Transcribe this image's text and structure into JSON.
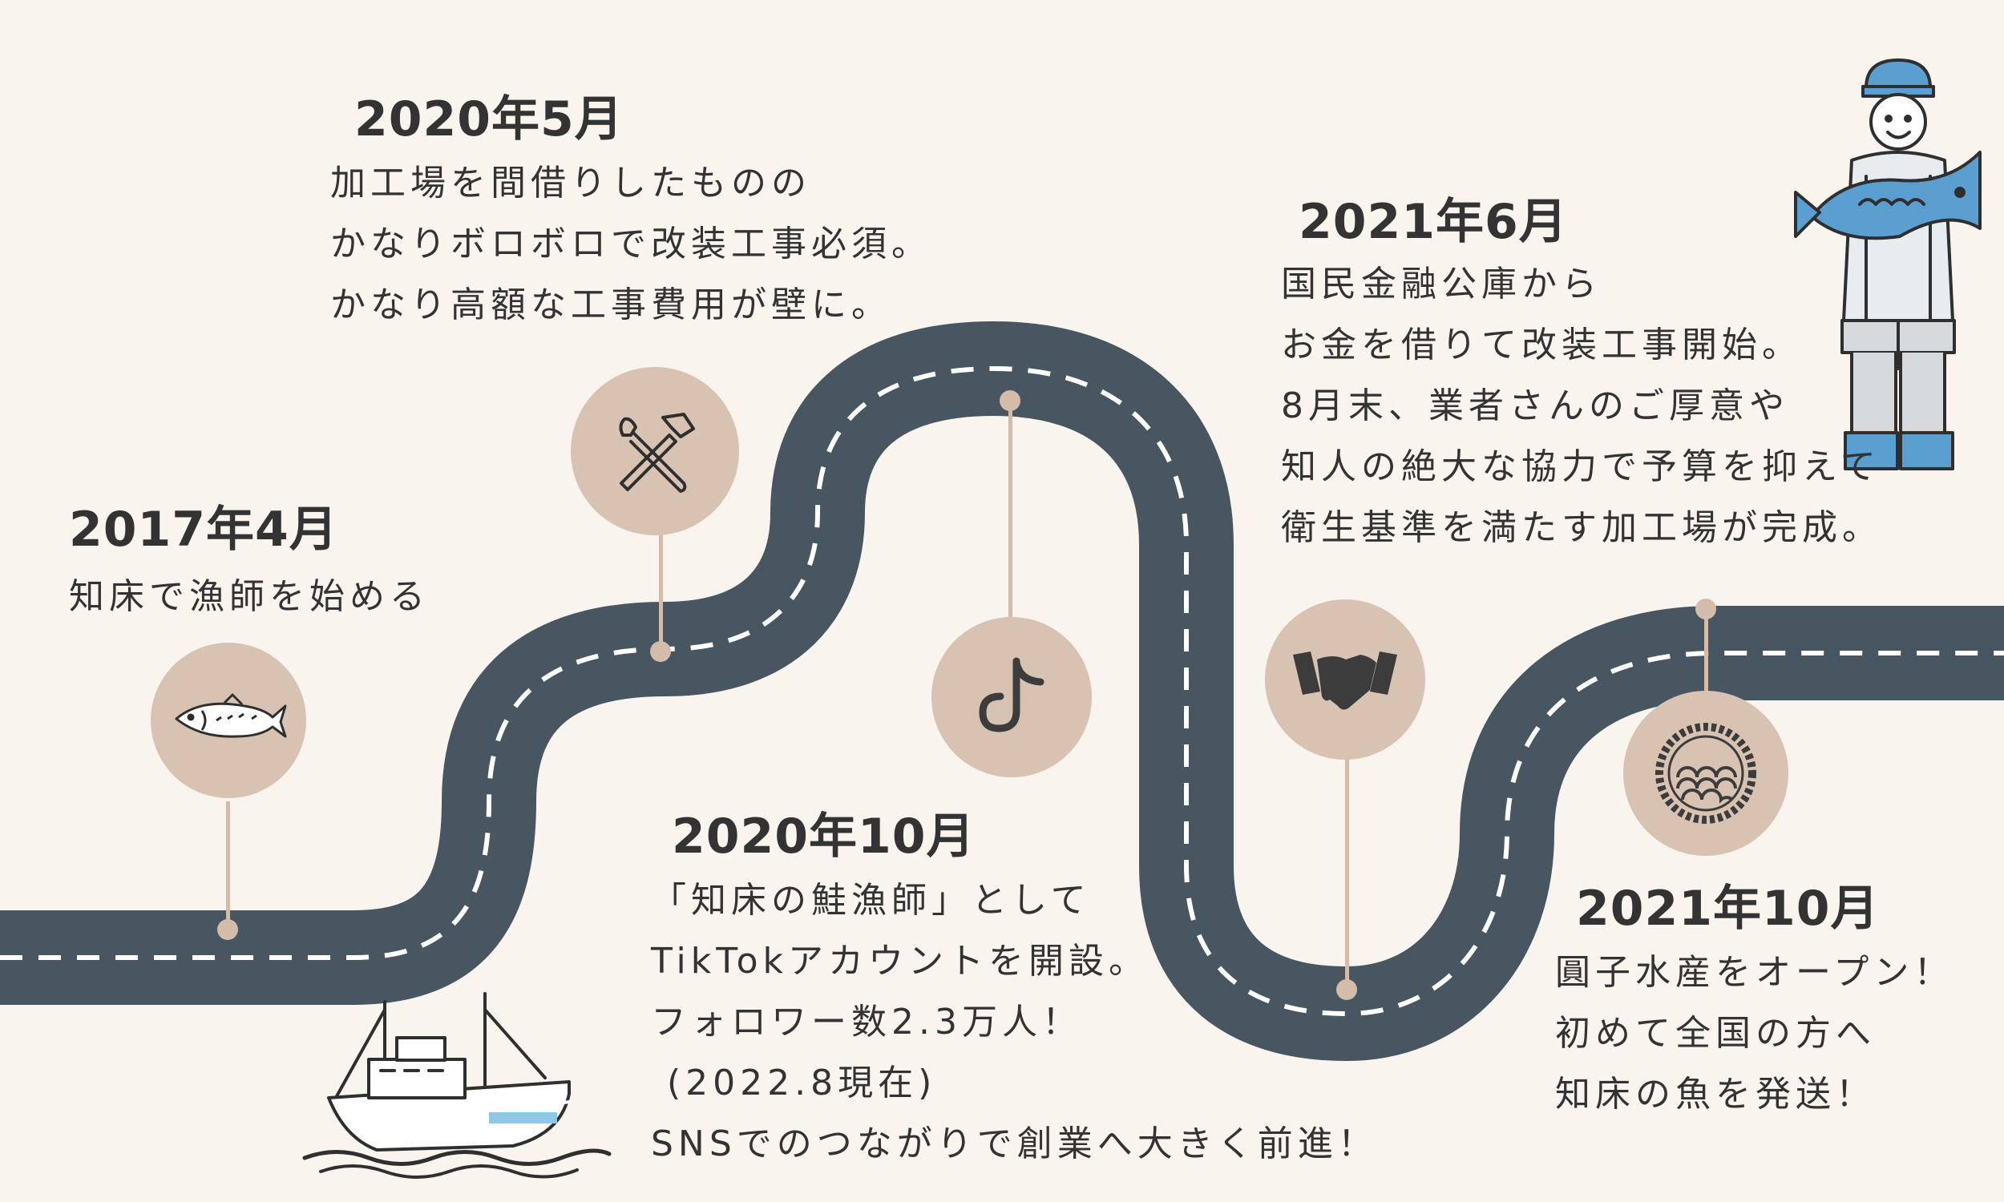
{
  "events": [
    {
      "id": "2017-04",
      "date": "2017年4月",
      "lines": [
        "知床で漁師を始める"
      ],
      "icon": "fish-icon"
    },
    {
      "id": "2020-05",
      "date": "2020年5月",
      "lines": [
        "加工場を間借りしたものの",
        "かなりボロボロで改装工事必須。",
        "かなり高額な工事費用が壁に。"
      ],
      "icon": "tools-icon"
    },
    {
      "id": "2020-10",
      "date": "2020年10月",
      "lines": [
        "「知床の鮭漁師」として",
        "TikTokアカウントを開設。",
        "フォロワー数2.3万人！",
        " (2022.8現在)",
        "SNSでのつながりで創業へ大きく前進！"
      ],
      "icon": "tiktok-icon"
    },
    {
      "id": "2021-06",
      "date": "2021年6月",
      "lines": [
        "国民金融公庫から",
        "お金を借りて改装工事開始。",
        "8月末、業者さんのご厚意や",
        "知人の絶大な協力で予算を抑えて",
        "衛生基準を満たす加工場が完成。"
      ],
      "icon": "handshake-icon"
    },
    {
      "id": "2021-10",
      "date": "2021年10月",
      "lines": [
        "圓子水産をオープン！",
        "初めて全国の方へ",
        "知床の魚を発送！"
      ],
      "icon": "wave-emblem-icon"
    }
  ],
  "decorations": [
    "fishing-boat-illustration",
    "fisherman-illustration"
  ],
  "colors": {
    "background": "#faf4ef",
    "road": "#475660",
    "road_dash": "#ffffff",
    "icon_circle": "#d8c2b1",
    "pin": "#d4bcaa",
    "text": "#333333"
  }
}
